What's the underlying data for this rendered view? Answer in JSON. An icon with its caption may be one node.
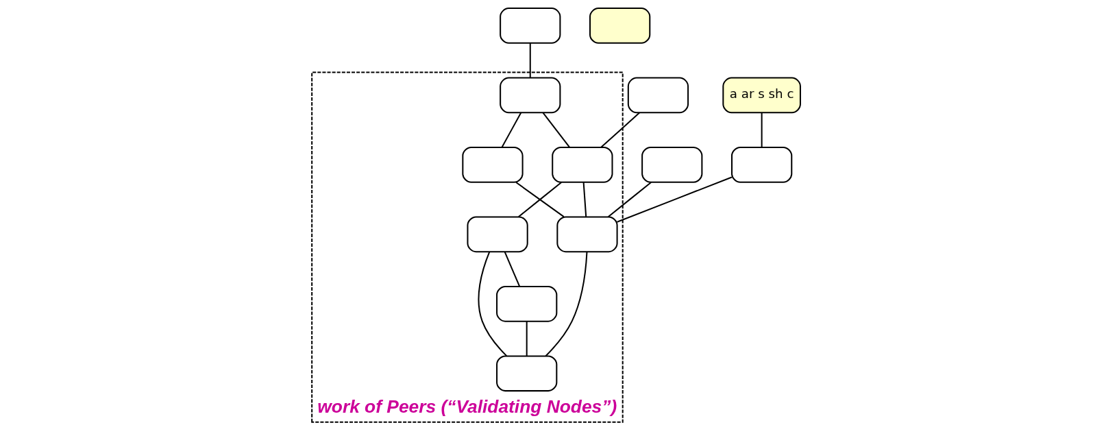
{
  "diagram": {
    "nodes": [
      {
        "text": [],
        "shape": "box"
      },
      {
        "text": [],
        "shape": "box"
      },
      {
        "text": [],
        "shape": "box"
      },
      {
        "text": [],
        "shape": "box"
      },
      {
        "text": [
          "a ar s sh c"
        ]
      },
      {
        "text": [
          "work of Peers (“Validating Nodes”)"
        ]
      },
      {
        "text": [],
        "shape": "box",
        "in": 5
      },
      {
        "text": [],
        "shape": "box",
        "in": 5
      },
      {
        "text": [],
        "shape": "box",
        "in": 5
      },
      {
        "text": [],
        "shape": "box",
        "in": 5
      },
      {
        "text": [],
        "shape": "box",
        "in": 5
      },
      {
        "text": [],
        "shape": "box",
        "in": 5
      },
      {
        "text": [],
        "shape": "box",
        "in": 5
      },
      {
        "text": [],
        "shape": "box"
      }
    ],
    "edges": [
      {
        "from": 0,
        "to": 6,
        "arrow": "none"
      },
      {
        "from": 1,
        "to": 7,
        "arrow": "none"
      },
      {
        "from": 2,
        "to": 10,
        "arrow": "none"
      },
      {
        "from": 3,
        "to": 10,
        "arrow": "none"
      },
      {
        "from": 4,
        "to": 3,
        "arrow": "none"
      },
      {
        "from": 6,
        "to": 7,
        "arrow": "none"
      },
      {
        "from": 6,
        "to": 8,
        "arrow": "none"
      },
      {
        "from": 7,
        "to": 10,
        "arrow": "none"
      },
      {
        "from": 7,
        "to": 9,
        "arrow": "none"
      },
      {
        "from": 8,
        "to": 10,
        "arrow": "none"
      },
      {
        "from": 9,
        "to": 11,
        "arrow": "none"
      },
      {
        "from": 9,
        "to": 12,
        "arrow": "none"
      },
      {
        "from": 10,
        "to": 11,
        "arrow": "none"
      },
      {
        "from": 12,
        "to": 11,
        "arrow": "none"
      }
    ]
  }
}
